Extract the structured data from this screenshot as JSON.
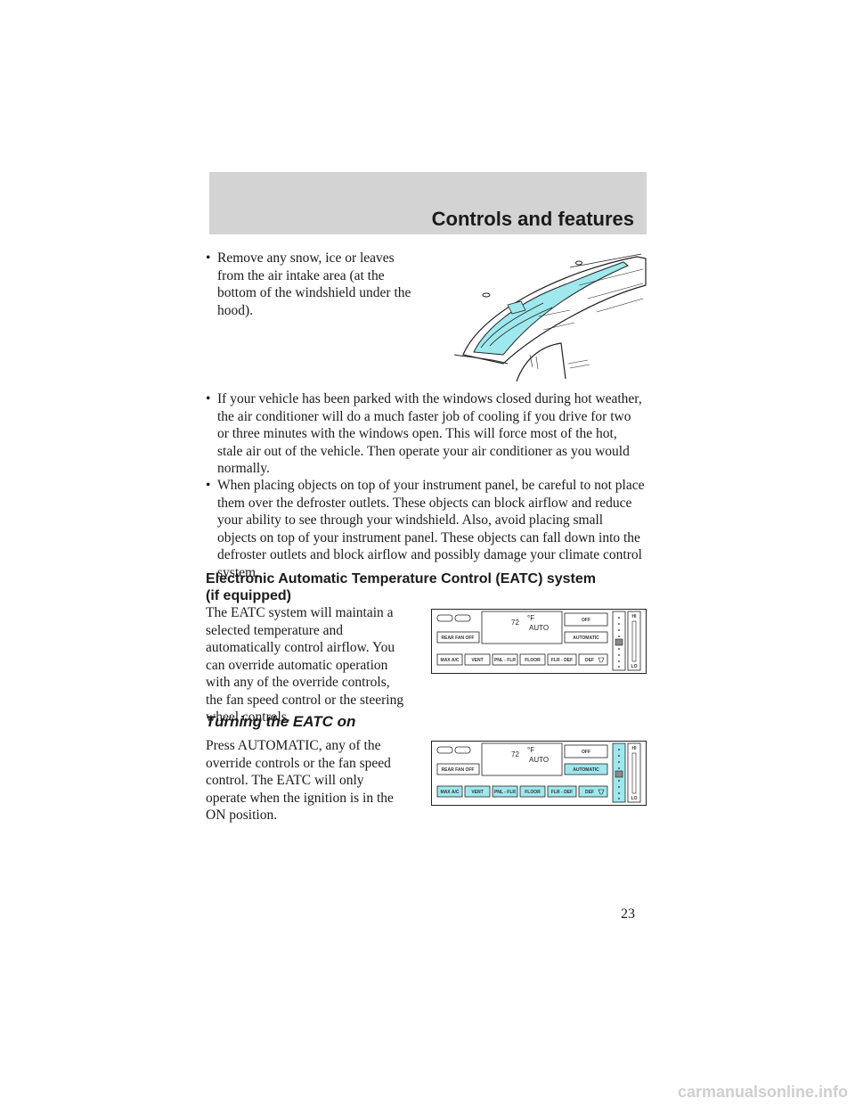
{
  "header": {
    "title": "Controls and features"
  },
  "bullets_top": [
    {
      "text": "Remove any snow, ice or leaves from the air intake area (at the bottom of the windshield under the hood)."
    }
  ],
  "bullets_main": [
    {
      "text": "If your vehicle has been parked with the windows closed during hot weather, the air conditioner will do a much faster job of cooling if you drive for two or three minutes with the windows open. This will force most of the hot, stale air out of the vehicle. Then operate your air conditioner as you would normally."
    },
    {
      "text": "When placing objects on top of your instrument panel, be careful to not place them over the defroster outlets. These objects can block airflow and reduce your ability to see through your windshield. Also, avoid placing small objects on top of your instrument panel. These objects can fall down into the defroster outlets and block airflow and possibly damage your climate control system."
    }
  ],
  "section": {
    "title": "Electronic Automatic Temperature Control (EATC) system (if equipped)",
    "body": "The EATC system will maintain a selected temperature and automatically control airflow. You can override automatic operation with any of the override controls, the fan speed control or the steering wheel controls."
  },
  "subsection": {
    "title": "Turning the EATC on",
    "body": "Press AUTOMATIC, any of the override controls or the fan speed control. The EATC will only operate when the ignition is in the ON position."
  },
  "panel": {
    "temp": "72",
    "unit": "°F",
    "mode": "AUTO",
    "off": "OFF",
    "automatic": "AUTOMATIC",
    "rear_fan_off": "REAR FAN OFF",
    "hi": "HI",
    "lo": "LO",
    "buttons": [
      "MAX A/C",
      "VENT",
      "PNL - FLR",
      "FLOOR",
      "FLR - DEF",
      "DEF"
    ],
    "highlight_color": "#9ee8ee"
  },
  "page_number": "23",
  "watermark": "carmanualsonline.info"
}
